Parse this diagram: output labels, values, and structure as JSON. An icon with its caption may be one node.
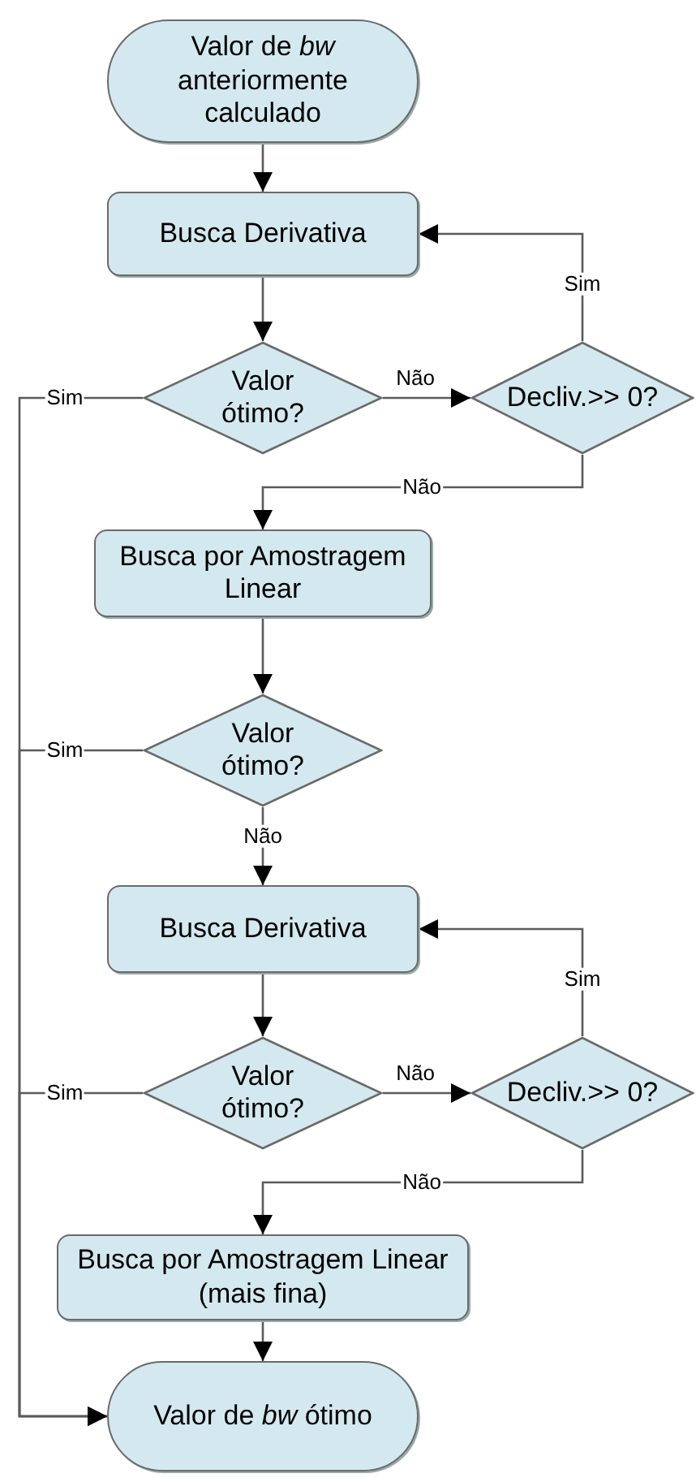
{
  "diagram": {
    "nodes": [
      {
        "text": [
          "Valor de *bw* anteriormente calculado"
        ]
      },
      {
        "text": [
          "Busca Derivativa"
        ]
      },
      {
        "text": [
          "Valor ótimo?"
        ]
      },
      {
        "text": [
          "Decliv.>> 0?"
        ]
      },
      {
        "text": [
          "Busca por Amostragem Linear"
        ]
      },
      {
        "text": [
          "Valor ótimo?"
        ]
      },
      {
        "text": [
          "Busca Derivativa"
        ]
      },
      {
        "text": [
          "Valor ótimo?"
        ]
      },
      {
        "text": [
          "Decliv.>> 0?"
        ]
      },
      {
        "text": [
          "Busca por Amostragem Linear (mais fina)"
        ]
      },
      {
        "text": [
          "Valor de *bw* ótimo"
        ]
      }
    ],
    "edges": [
      {
        "from": 0,
        "to": 1,
        "arrow": "to"
      },
      {
        "from": 1,
        "to": 2,
        "arrow": "to"
      },
      {
        "from": 2,
        "to": 3,
        "arrow": "to",
        "label": "Não"
      },
      {
        "from": 3,
        "to": 1,
        "arrow": "to",
        "label": "Sim"
      },
      {
        "from": 3,
        "to": 4,
        "arrow": "to",
        "label": "Não"
      },
      {
        "from": 2,
        "to": 10,
        "arrow": "to",
        "label": "Sim"
      },
      {
        "from": 4,
        "to": 5,
        "arrow": "to"
      },
      {
        "from": 5,
        "to": 6,
        "arrow": "to",
        "label": "Não"
      },
      {
        "from": 5,
        "to": 10,
        "arrow": "to",
        "label": "Sim"
      },
      {
        "from": 6,
        "to": 7,
        "arrow": "to"
      },
      {
        "from": 7,
        "to": 8,
        "arrow": "to",
        "label": "Não"
      },
      {
        "from": 8,
        "to": 6,
        "arrow": "to",
        "label": "Sim"
      },
      {
        "from": 8,
        "to": 9,
        "arrow": "to",
        "label": "Não"
      },
      {
        "from": 7,
        "to": 10,
        "arrow": "to",
        "label": "Sim"
      },
      {
        "from": 9,
        "to": 10,
        "arrow": "to"
      }
    ]
  }
}
